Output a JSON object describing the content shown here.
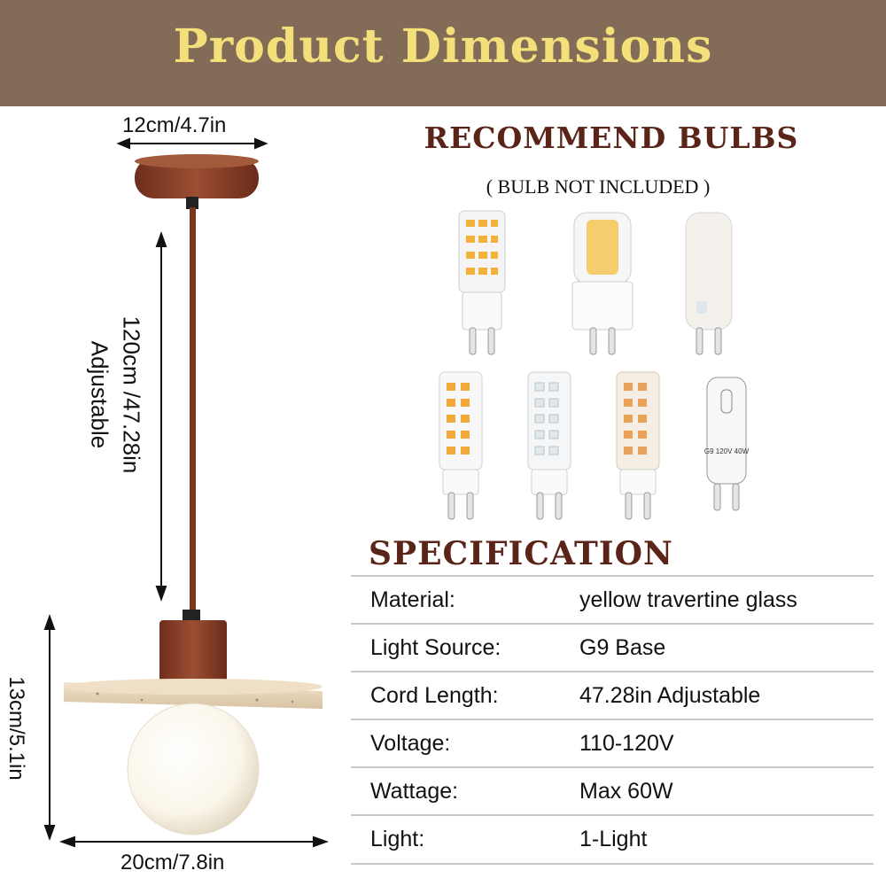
{
  "header": {
    "title": "Product Dimensions"
  },
  "dimensions": {
    "canopy_width": "12cm/4.7in",
    "cord_length": "120cm /47.28in",
    "cord_note": "Adjustable",
    "shade_height": "13cm/5.1in",
    "shade_width": "20cm/7.8in"
  },
  "bulbs": {
    "title": "RECOMMEND BULBS",
    "note": "( BULB NOT INCLUDED )",
    "halogen_label": "G9 120V 40W"
  },
  "specification": {
    "title": "SPECIFICATION",
    "rows": [
      {
        "label": "Material:",
        "value": "yellow travertine glass"
      },
      {
        "label": "Light Source:",
        "value": "G9 Base"
      },
      {
        "label": "Cord Length:",
        "value": "47.28in Adjustable"
      },
      {
        "label": "Voltage:",
        "value": "110-120V"
      },
      {
        "label": "Wattage:",
        "value": "Max 60W"
      },
      {
        "label": "Light:",
        "value": "1-Light"
      }
    ]
  },
  "colors": {
    "header_bg": "#826c58",
    "header_text": "#f3e07a",
    "accent_brown": "#5a2418"
  }
}
